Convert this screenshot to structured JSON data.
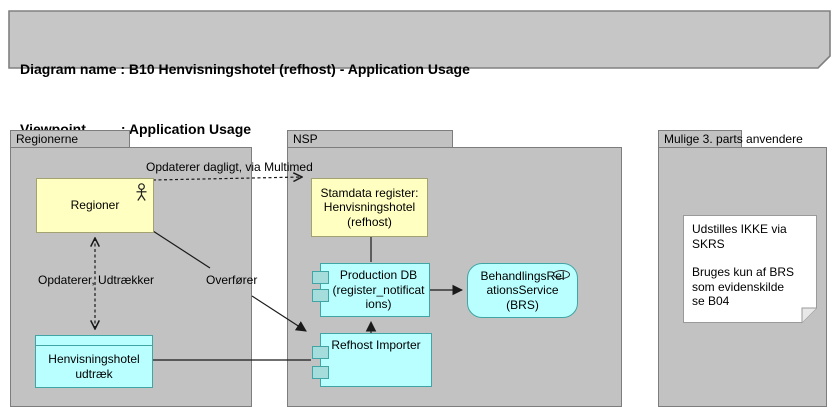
{
  "title": {
    "line1": "Diagram name : B10 Henvisningshotel (refhost) - Application Usage",
    "line2": "Viewpoint         : Application Usage"
  },
  "groups": {
    "regionerne": {
      "label": "Regionerne"
    },
    "nsp": {
      "label": "NSP"
    },
    "third_party": {
      "label": "Mulige 3. parts anvendere"
    }
  },
  "nodes": {
    "regioner": {
      "label": "Regioner",
      "type": "actor",
      "icon": "actor-icon"
    },
    "stamdata": {
      "label": "Stamdata register: Henvisningshotel (refhost)",
      "type": "object"
    },
    "production_db": {
      "label": "Production DB (register_notifications)",
      "type": "component"
    },
    "refhost_importer": {
      "label": "Refhost Importer",
      "type": "component"
    },
    "brs": {
      "label": "BehandlingsRelationsService (BRS)",
      "type": "service",
      "icon": "interface-icon"
    },
    "udtraek": {
      "label": "Henvisningshotel udtræk",
      "type": "object"
    }
  },
  "relations": {
    "multimed": {
      "label": "Opdaterer dagligt, via Multimed",
      "style": "dashed-open-arrow"
    },
    "opdaterer": {
      "label": "Opdaterer, Udtrækker",
      "style": "dashed-double-open-arrow"
    },
    "overfoerer": {
      "label": "Overfører",
      "style": "solid-filled-arrow"
    },
    "udtraek_to_importer": {
      "label": "",
      "style": "solid"
    },
    "stamdata_to_proddb": {
      "label": "",
      "style": "solid"
    },
    "importer_to_proddb": {
      "label": "",
      "style": "dashed-filled-arrow"
    },
    "proddb_to_brs": {
      "label": "",
      "style": "solid-filled-arrow"
    }
  },
  "note": {
    "line1": "Udstilles IKKE via SKRS",
    "line2": "Bruges kun af BRS som evidenskilde",
    "line3": "se B04"
  },
  "colors": {
    "group_fill": "#c2c2c2",
    "group_border": "#7d7d7d",
    "actor_fill": "#ffffc2",
    "actor_border": "#a2a272",
    "component_fill": "#b9ffff",
    "component_tab_fill": "#a5dcdc",
    "component_border": "#41a5a5",
    "title_fill": "#c6c6c6",
    "note_fill": "#ffffff",
    "line_color": "#1a1a1a"
  }
}
